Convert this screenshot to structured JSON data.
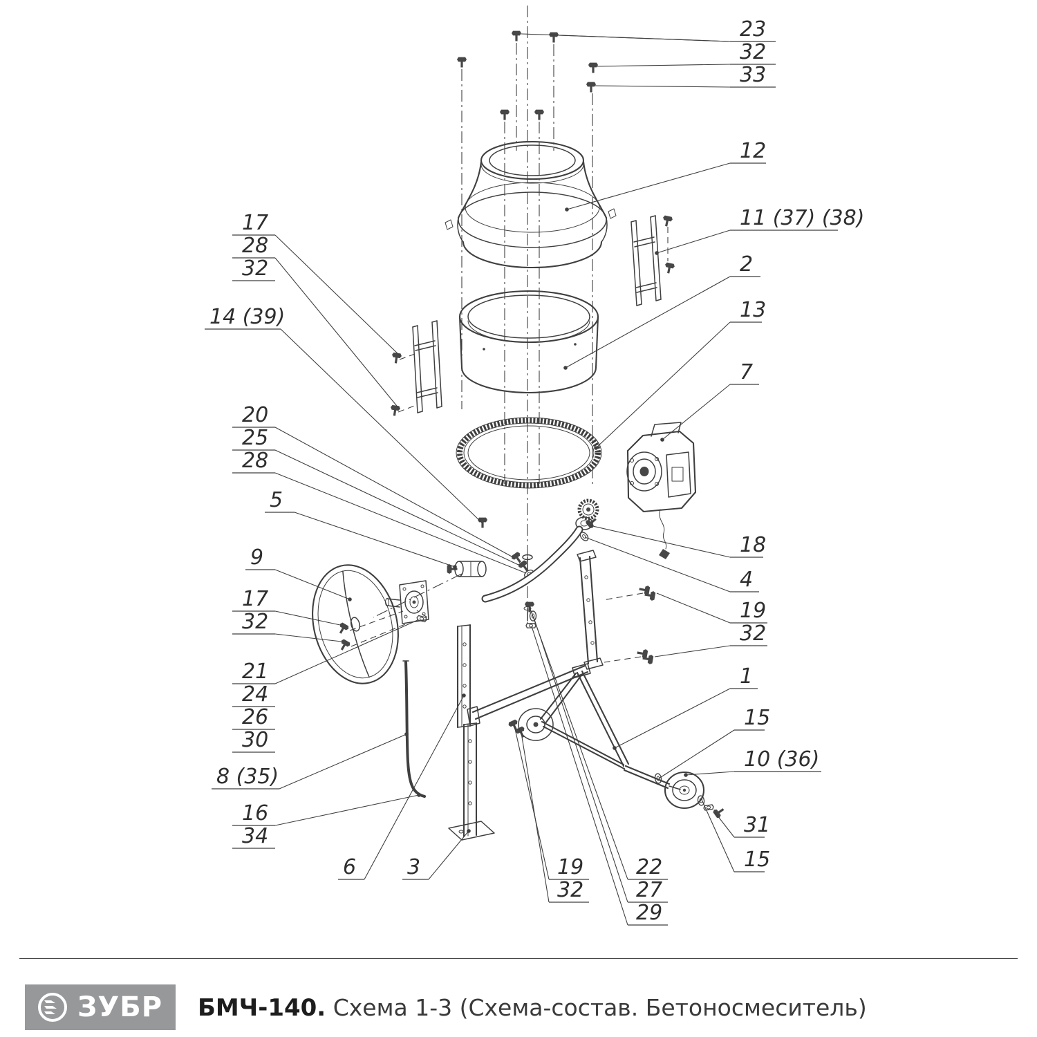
{
  "colors": {
    "line": "#3f3f3f",
    "text": "#2e2e2e",
    "logo_bg": "#97989a",
    "logo_text": "#ffffff",
    "dark_fill": "#4a4a4a",
    "title_text": "#1d1d1d"
  },
  "footer": {
    "brand": "ЗУБР",
    "model": "БМЧ-140.",
    "schema": "Схема 1-3 (Схема-состав. Бетоносмеситель)"
  },
  "callouts": {
    "top_right": [
      "23",
      "32",
      "33"
    ],
    "part12": "12",
    "part11": "11 (37) (38)",
    "part2": "2",
    "part13": "13",
    "part7": "7",
    "part18": "18",
    "part4": "4",
    "right_19_32": [
      "19",
      "32"
    ],
    "part1": "1",
    "part15_upper": "15",
    "part10": "10 (36)",
    "part31": "31",
    "part15_lower": "15",
    "left_17_28_32": [
      "17",
      "28",
      "32"
    ],
    "part14": "14 (39)",
    "left_20_25_28": [
      "20",
      "25",
      "28"
    ],
    "part5": "5",
    "part9": "9",
    "left_17_32": [
      "17",
      "32"
    ],
    "left_21_24_26_30": [
      "21",
      "24",
      "26",
      "30"
    ],
    "part8": "8 (35)",
    "left_16_34": [
      "16",
      "34"
    ],
    "part6": "6",
    "part3": "3",
    "bottom_19_32": [
      "19",
      "32"
    ],
    "bottom_22_27_29": [
      "22",
      "27",
      "29"
    ]
  }
}
